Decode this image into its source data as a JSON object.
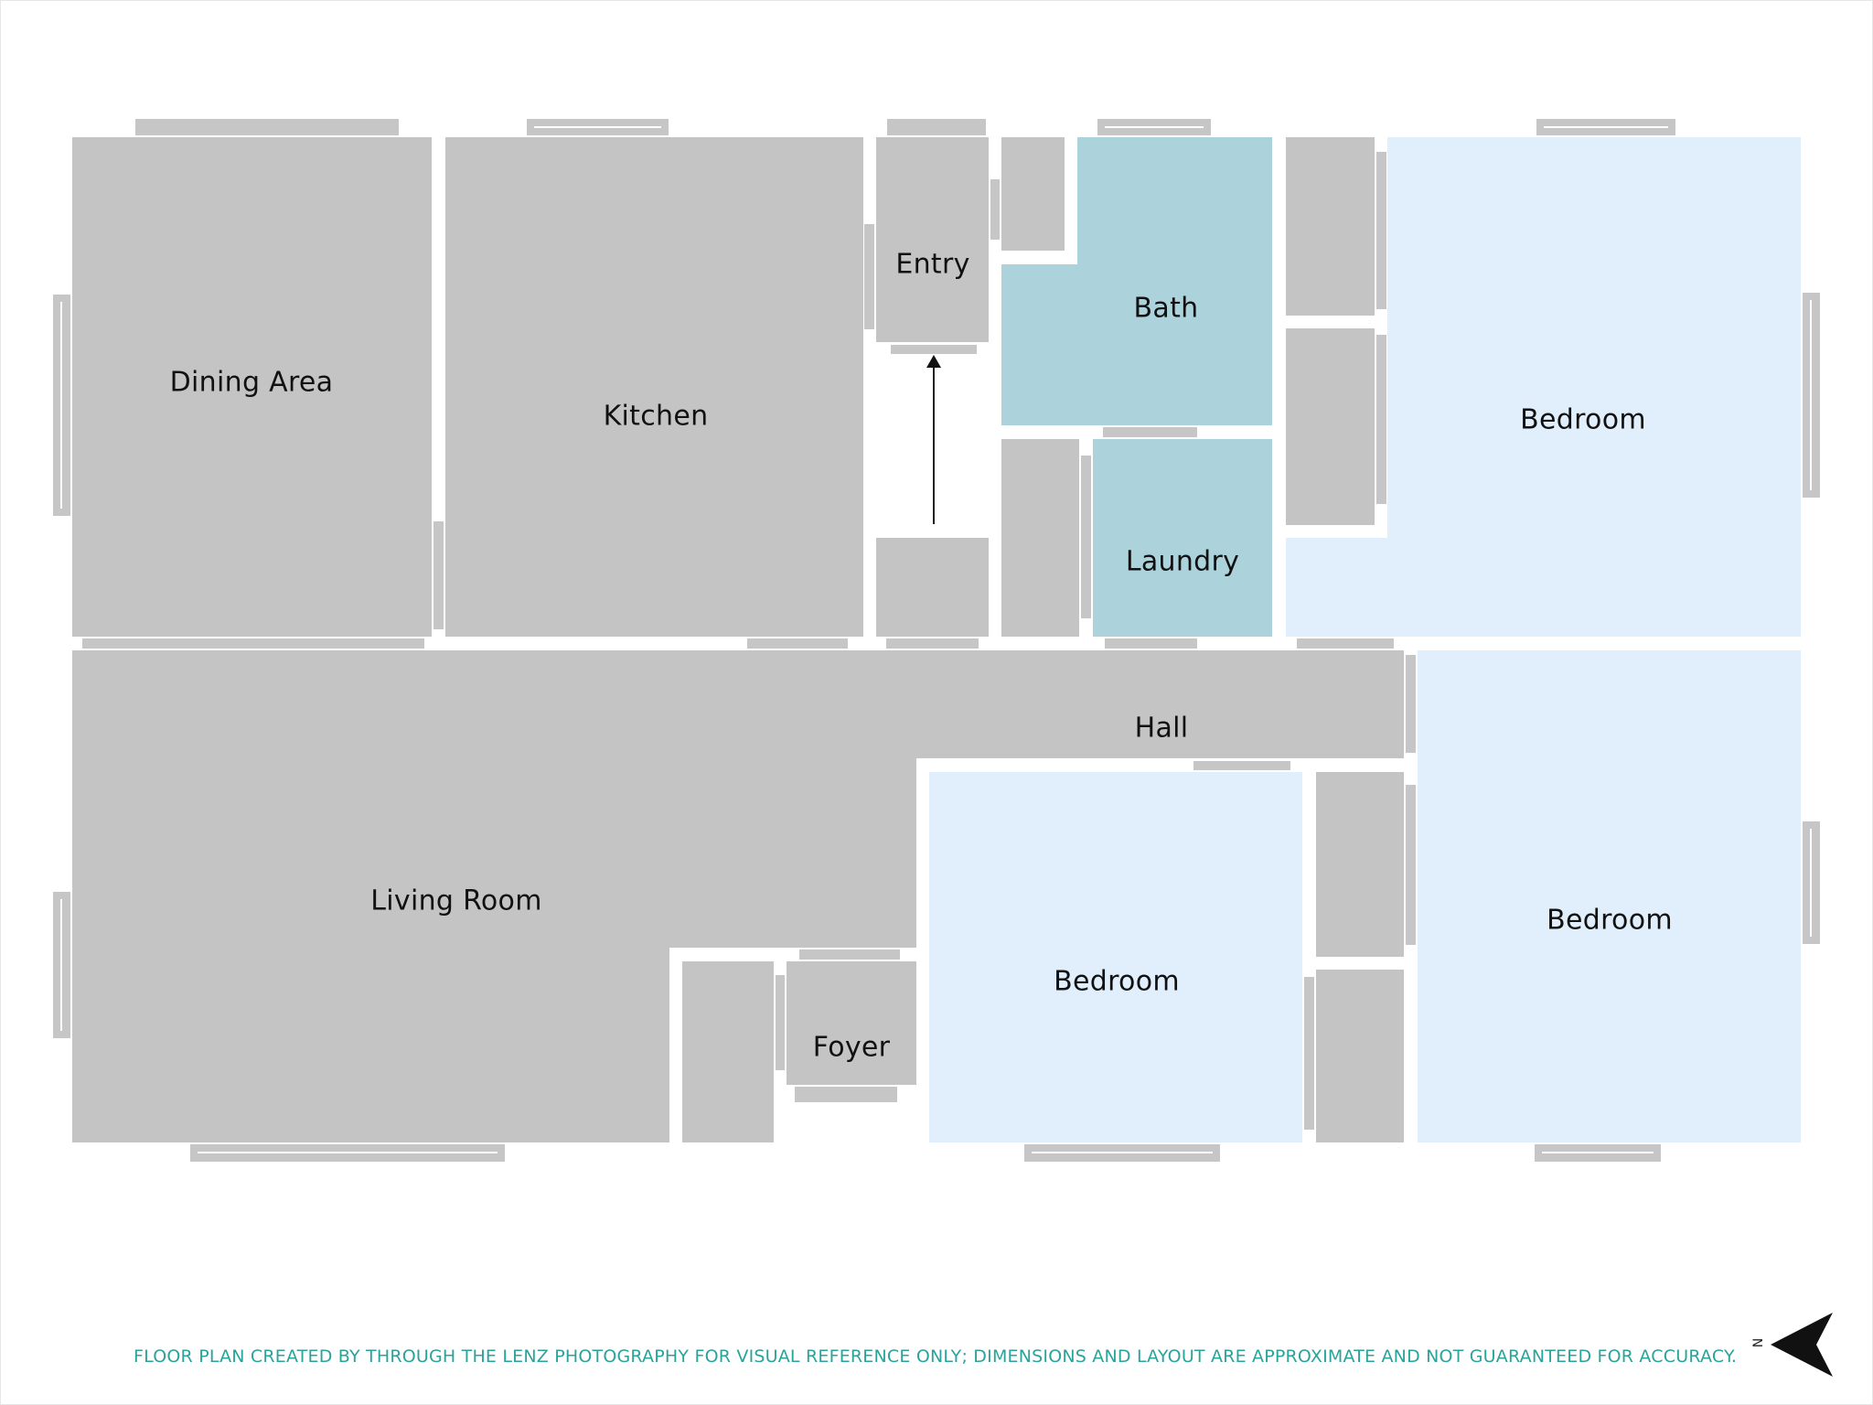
{
  "floor_plan": {
    "rooms": {
      "dining_area": "Dining Area",
      "kitchen": "Kitchen",
      "entry": "Entry",
      "bath": "Bath",
      "laundry": "Laundry",
      "bedroom_ne": "Bedroom",
      "hall": "Hall",
      "living_room": "Living Room",
      "foyer": "Foyer",
      "bedroom_center": "Bedroom",
      "bedroom_se": "Bedroom"
    },
    "disclaimer": "FLOOR PLAN CREATED BY THROUGH THE LENZ PHOTOGRAPHY FOR VISUAL REFERENCE ONLY; DIMENSIONS AND LAYOUT ARE APPROXIMATE AND NOT GUARANTEED FOR ACCURACY.",
    "compass_label": "N",
    "colors": {
      "room_gray": "#c4c4c4",
      "wet_room_blue": "#acd3dc",
      "bedroom_light_blue": "#e1effd",
      "disclaimer_teal": "#2aa39a"
    }
  }
}
